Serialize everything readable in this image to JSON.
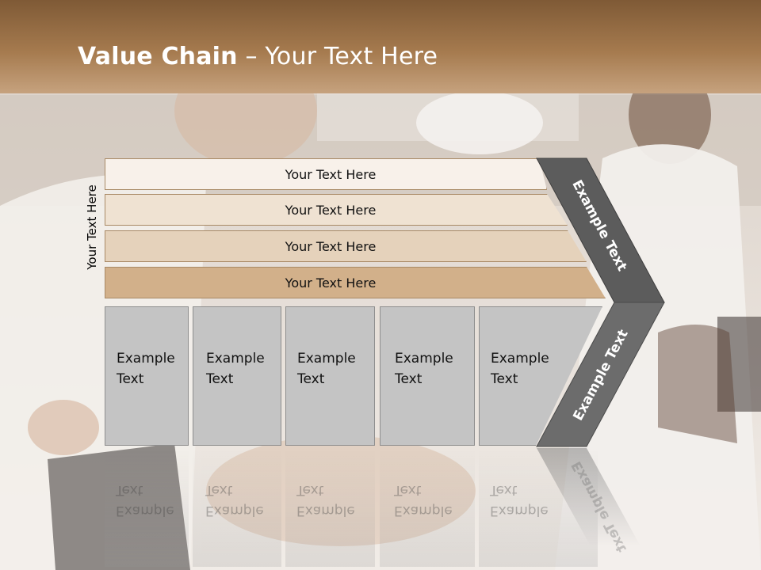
{
  "title": {
    "bold": "Value Chain",
    "rest": " – Your Text Here"
  },
  "side_label": "Your Text Here",
  "bars": [
    {
      "label": "Your Text Here",
      "color": "#f8f1ea"
    },
    {
      "label": "Your Text Here",
      "color": "#efe2d2"
    },
    {
      "label": "Your Text Here",
      "color": "#e5d2bb"
    },
    {
      "label": "Your Text Here",
      "color": "#d2b08a"
    }
  ],
  "boxes": [
    {
      "line1": "Example",
      "line2": "Text"
    },
    {
      "line1": "Example",
      "line2": "Text"
    },
    {
      "line1": "Example",
      "line2": "Text"
    },
    {
      "line1": "Example",
      "line2": "Text"
    },
    {
      "line1": "Example",
      "line2": "Text"
    }
  ],
  "chevron": {
    "upper_label": "Example Text",
    "lower_label": "Example Text",
    "upper_color": "#5c5c5c",
    "lower_color": "#6c6c6c"
  },
  "colors": {
    "header": "#9b6f43",
    "box": "#c4c4c4"
  }
}
